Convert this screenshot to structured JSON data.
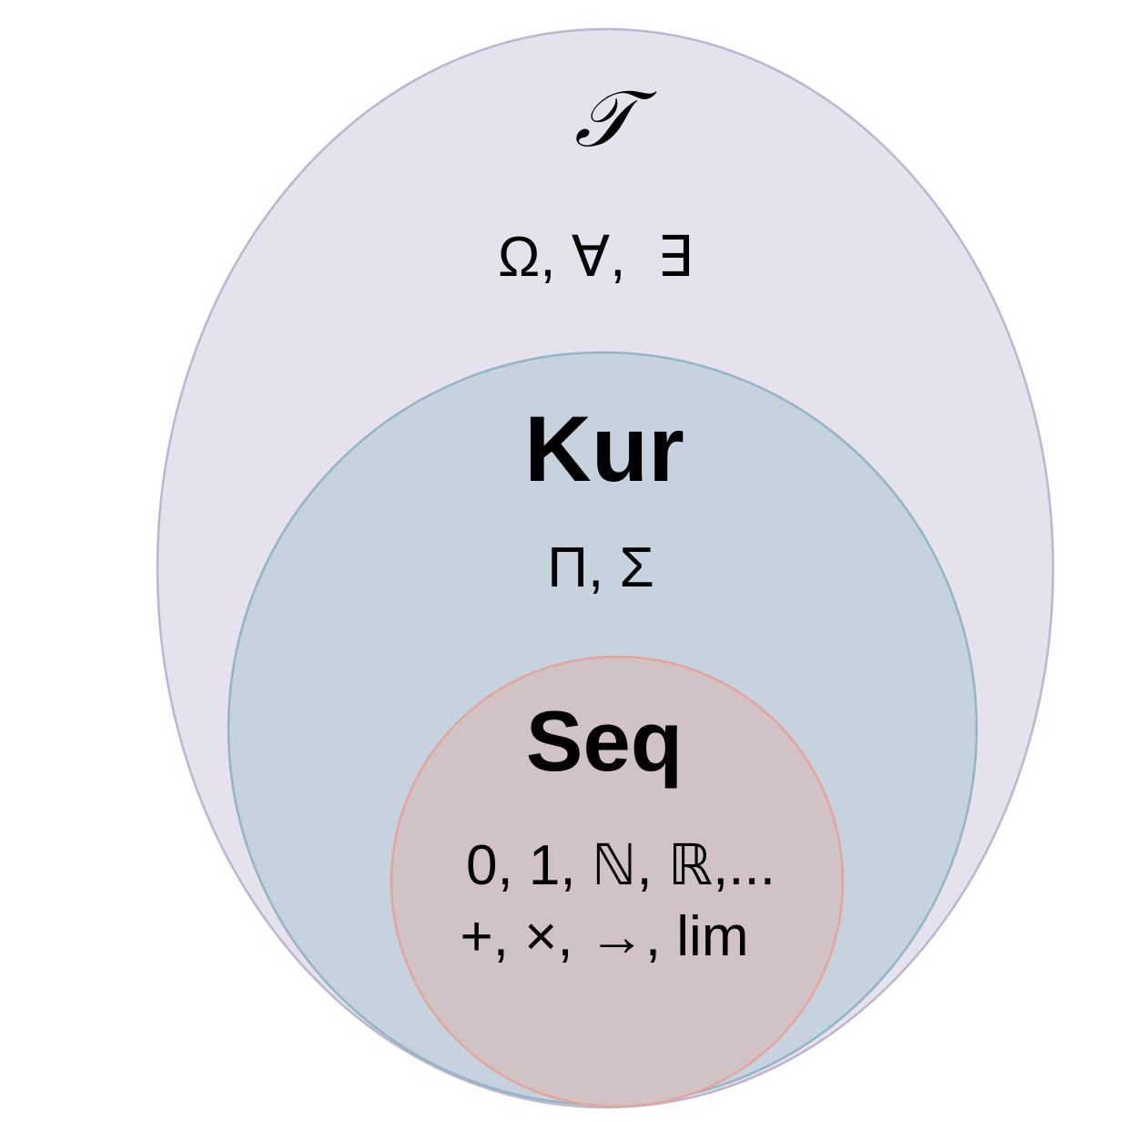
{
  "outer_set": {
    "symbol": "𝒯",
    "contents": "Ω, ∀,  ∃",
    "fill": "#e6e2ed",
    "stroke": "#bdb4d1"
  },
  "middle_set": {
    "name": "Kur",
    "contents": "Π, Σ",
    "fill": "#c6d3df",
    "stroke": "#93b4c4"
  },
  "inner_set": {
    "name": "Seq",
    "contents_line1": "0, 1, ℕ, ℝ,...",
    "contents_line2": "+, ×, →, lim",
    "fill": "#d1c2c5",
    "stroke": "#e3a59b"
  }
}
